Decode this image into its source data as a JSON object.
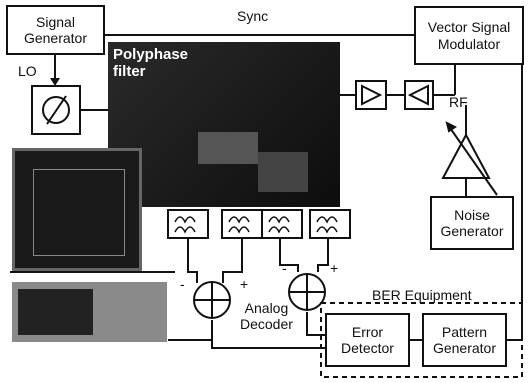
{
  "blocks": {
    "signal_generator": "Signal\nGenerator",
    "vector_signal_modulator": "Vector Signal\nModulator",
    "noise_generator": "Noise\nGenerator",
    "error_detector": "Error\nDetector",
    "pattern_generator": "Pattern\nGenerator"
  },
  "labels": {
    "sync": "Sync",
    "lo": "LO",
    "rf": "RF",
    "polyphase_filter": "Polyphase\nfilter",
    "analog_decoder": "Analog\nDecoder",
    "ber_equipment": "BER Equipment",
    "minus": "-",
    "plus": "+"
  },
  "colors": {
    "line": "#111111",
    "photo_dark": "#1a1a1a",
    "polyphase_text": "#ffffff"
  }
}
